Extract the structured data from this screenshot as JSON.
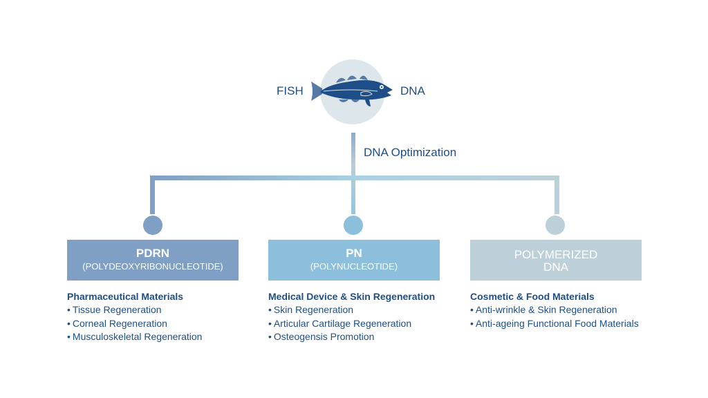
{
  "header": {
    "left_label": "FISH",
    "right_label": "DNA",
    "connector_label": "DNA Optimization",
    "icon": "fish-icon"
  },
  "colors": {
    "text_primary": "#1d4e87",
    "fish": "#1d4e87",
    "circle_bg": "#dde6ea",
    "branch_pdrn": "#7f9fc4",
    "branch_pn": "#8cbfdb",
    "branch_poly": "#bdd0da"
  },
  "branches": [
    {
      "title": "PDRN",
      "subtitle": "(POLYDEOXYRIBONUCLEOTIDE)",
      "category": "Pharmaceutical Materials",
      "items": [
        "Tissue Regeneration",
        "Corneal Regeneration",
        "Musculoskeletal Regeneration"
      ]
    },
    {
      "title": "PN",
      "subtitle": "(POLYNUCLEOTIDE)",
      "category": "Medical Device & Skin Regeneration",
      "items": [
        "Skin Regeneration",
        "Articular Cartilage Regeneration",
        "Osteogensis Promotion"
      ]
    },
    {
      "title": "POLYMERIZED",
      "subtitle": "DNA",
      "category": "Cosmetic & Food Materials",
      "items": [
        "Anti-wrinkle & Skin Regeneration",
        "Anti-ageing Functional Food Materials"
      ]
    }
  ]
}
